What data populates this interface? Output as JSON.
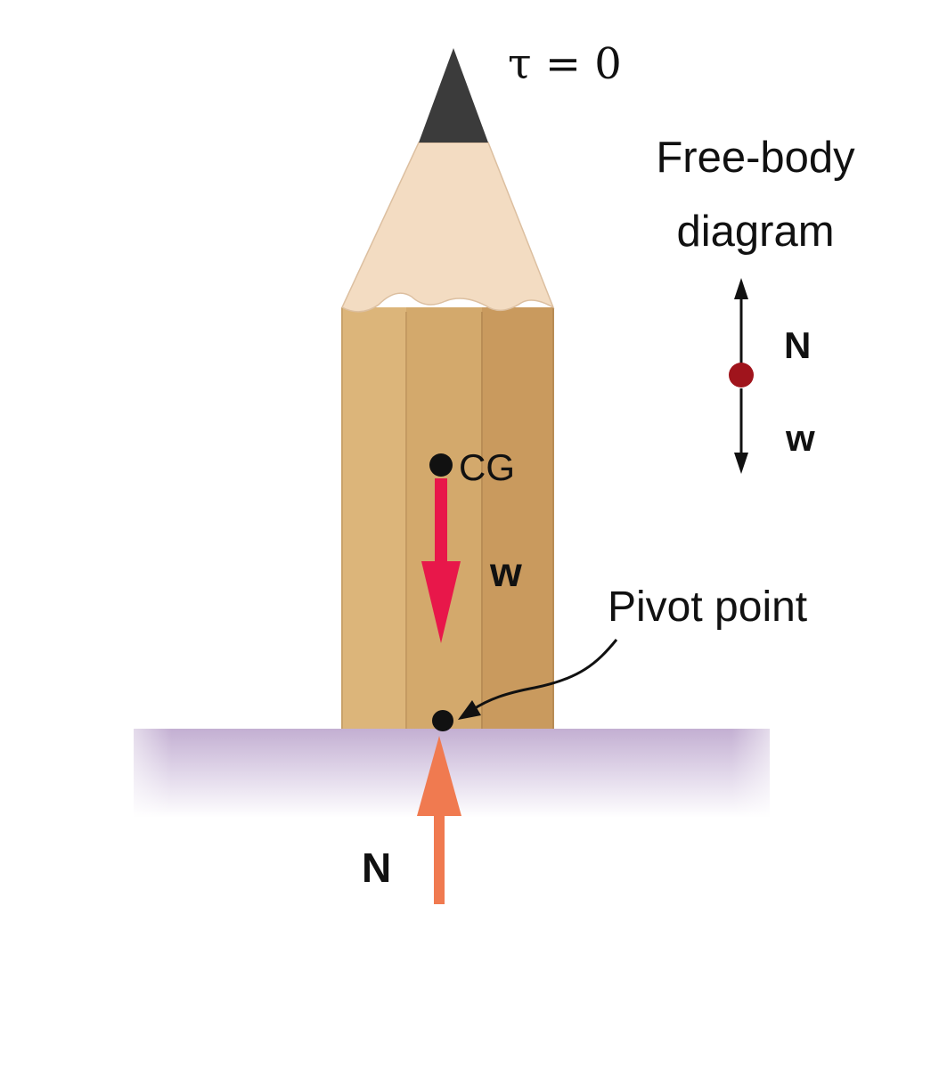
{
  "torque_label": "τ = 0",
  "fbd": {
    "title_line1": "Free-body",
    "title_line2": "diagram",
    "force_up_label": "N",
    "force_down_label": "w"
  },
  "cg_label": "CG",
  "weight_label": "w",
  "pivot_label": "Pivot point",
  "normal_label": "N",
  "colors": {
    "pencil_wood": "#d6aa6e",
    "pencil_shaved_tip": "#f5dcc0",
    "pencil_lead": "#3a3a3a",
    "weight_arrow": "#e8174a",
    "normal_arrow": "#f07a50",
    "surface": "#c7b4d4",
    "fbd_dot": "#a0141c"
  }
}
